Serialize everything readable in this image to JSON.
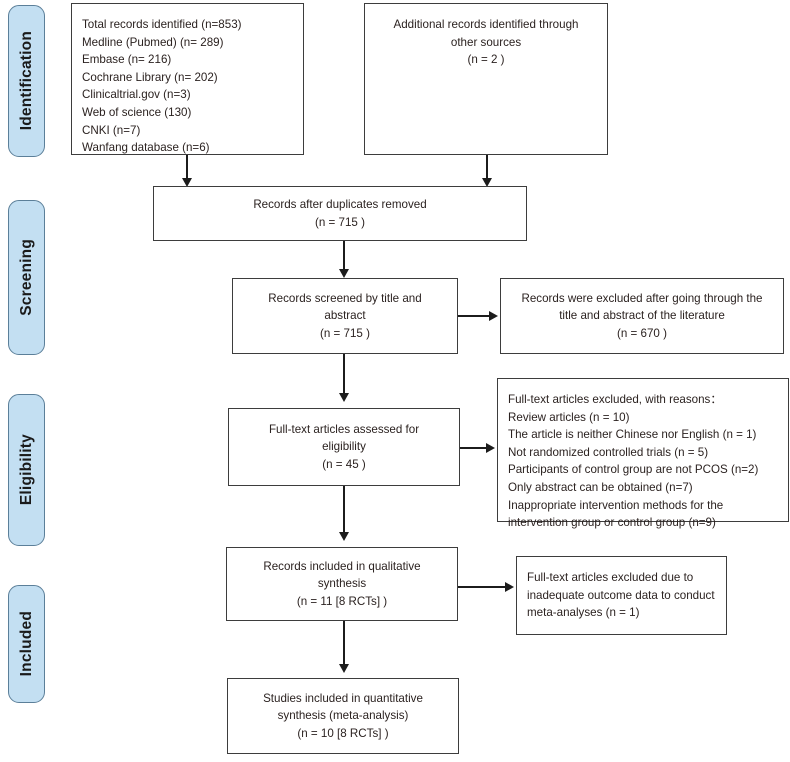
{
  "diagram": {
    "type": "PRISMA flow diagram",
    "stages": [
      {
        "id": "identification",
        "label": "Identification"
      },
      {
        "id": "screening",
        "label": "Screening"
      },
      {
        "id": "eligibility",
        "label": "Eligibility"
      },
      {
        "id": "included",
        "label": "Included"
      }
    ],
    "boxes": {
      "records_identified": {
        "text": "Total records identified (n=853)\n Medline (Pubmed) (n= 289)\nEmbase (n= 216)\nCochrane Library (n= 202)\nClinicaltrial.gov (n=3)\nWeb of science (130)\nCNKI (n=7)\nWanfang database (n=6)"
      },
      "additional_records": {
        "text": "Additional records identified through\nother sources\n(n =  2 )"
      },
      "duplicates_removed": {
        "text": "Records after duplicates removed\n(n =  715 )"
      },
      "records_screened": {
        "text": "Records screened by title and\nabstract\n(n = 715  )"
      },
      "records_excluded_screening": {
        "text": "Records were excluded after going through the\ntitle and abstract of the literature\n(n =  670 )"
      },
      "fulltext_assessed": {
        "text": "Full-text articles assessed for\neligibility\n(n = 45 )"
      },
      "fulltext_excluded_reasons": {
        "text": "Full-text articles excluded, with reasons：\nReview articles (n = 10)\nThe article is neither Chinese nor English (n = 1)\nNot randomized controlled trials (n = 5)\nParticipants of control group are not PCOS (n=2)\nOnly abstract can be obtained (n=7)\nInappropriate intervention methods for the\nintervention group or control group (n=9)"
      },
      "qualitative_synthesis": {
        "text": "Records included in qualitative\nsynthesis\n(n =  11 [8 RCTs] )"
      },
      "excluded_inadequate_data": {
        "text": "Full-text articles excluded due to\ninadequate outcome data to conduct\nmeta-analyses  (n = 1)"
      },
      "quantitative_synthesis": {
        "text": "Studies included in quantitative\nsynthesis (meta-analysis)\n(n = 10 [8 RCTs] )"
      }
    },
    "counts": {
      "total_records_identified": 853,
      "medline_pubmed": 289,
      "embase": 216,
      "cochrane_library": 202,
      "clinicaltrial_gov": 3,
      "web_of_science": 130,
      "cnki": 7,
      "wanfang_database": 6,
      "additional_other_sources": 2,
      "after_duplicates_removed": 715,
      "screened_title_abstract": 715,
      "excluded_title_abstract": 670,
      "fulltext_assessed": 45,
      "excluded_review_articles": 10,
      "excluded_not_chinese_nor_english": 1,
      "excluded_not_rct": 5,
      "excluded_control_not_pcos": 2,
      "excluded_only_abstract": 7,
      "excluded_inappropriate_intervention": 9,
      "qualitative_synthesis_total": 11,
      "qualitative_synthesis_rcts": 8,
      "excluded_inadequate_outcome_data": 1,
      "quantitative_synthesis_total": 10,
      "quantitative_synthesis_rcts": 8
    },
    "colors": {
      "pill_fill": "#c3dff2",
      "pill_border": "#5b7f99",
      "box_border": "#3d3d3d",
      "text": "#2b2220",
      "connector": "#1c1c1c",
      "background": "#ffffff"
    }
  }
}
